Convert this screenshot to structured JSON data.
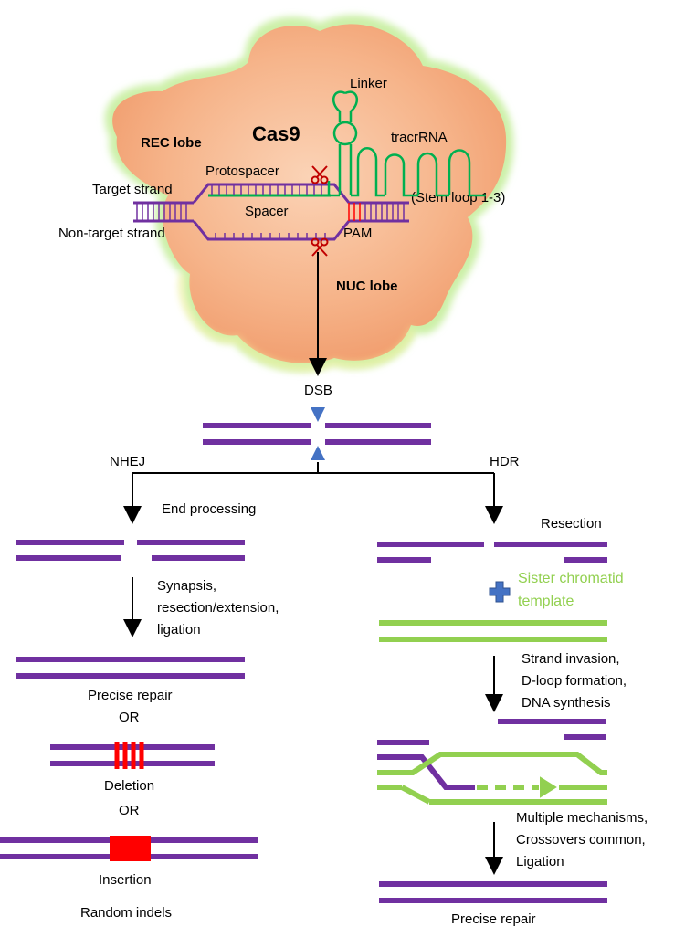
{
  "cas9": {
    "title": "Cas9",
    "rec_lobe": "REC lobe",
    "nuc_lobe": "NUC lobe",
    "linker": "Linker",
    "tracrrna": "tracrRNA",
    "stem_loop": "(Stem loop 1-3)",
    "protospacer": "Protospacer",
    "spacer": "Spacer",
    "pam": "PAM",
    "target_strand": "Target strand",
    "non_target_strand": "Non-target strand"
  },
  "dsb": "DSB",
  "nhej": {
    "title": "NHEJ",
    "end_processing": "End processing",
    "synapsis_1": "Synapsis,",
    "synapsis_2": "resection/extension,",
    "synapsis_3": "ligation",
    "precise_repair": "Precise repair",
    "or_1": "OR",
    "deletion": "Deletion",
    "or_2": "OR",
    "insertion": "Insertion",
    "random_indels": "Random indels"
  },
  "hdr": {
    "title": "HDR",
    "resection": "Resection",
    "sister_1": "Sister chromatid",
    "sister_2": "template",
    "invasion_1": "Strand invasion,",
    "invasion_2": "D-loop formation,",
    "invasion_3": "DNA synthesis",
    "multi_1": "Multiple mechanisms,",
    "multi_2": "Crossovers common,",
    "multi_3": "Ligation",
    "precise_repair": "Precise repair"
  },
  "colors": {
    "dna": "#7030a0",
    "template": "#92d050",
    "mutation": "#ff0000",
    "rna": "#00b050",
    "cas9_body": "#f7b68f",
    "arrow_tip": "#4472c4",
    "sister_text": "#92d050"
  },
  "icons": {
    "scissors": "scissors-icon",
    "plus": "plus-icon",
    "arrowhead": "triangle-icon"
  }
}
